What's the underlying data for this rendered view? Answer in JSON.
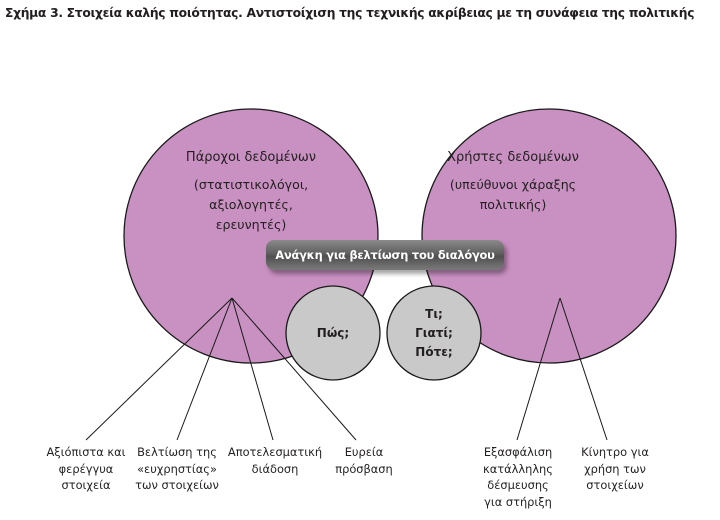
{
  "title": "Σχήμα 3. Στοιχεία καλής ποιότητας. Αντιστοίχιση της τεχνικής ακρίβειας με τη συνάφεια της πολιτικής",
  "left_circle": {
    "heading": "Πάροχοι δεδομένων",
    "sub": [
      "(στατιστικολόγοι,",
      "αξιολογητές,",
      "ερευνητές)"
    ]
  },
  "right_circle": {
    "heading": "Χρήστες δεδομένων",
    "sub": [
      "(υπεύθυνοι χάραξης",
      "πολιτικής)"
    ]
  },
  "banner": "Ανάγκη για βελτίωση του διαλόγου",
  "bubble_how": "Πώς;",
  "bubble_what": [
    "Τι;",
    "Γιατί;",
    "Πότε;"
  ],
  "provider_labels": [
    [
      "Αξιόπιστα και",
      "φερέγγυα",
      "στοιχεία"
    ],
    [
      "Βελτίωση της",
      "«ευχρηστίας»",
      "των στοιχείων"
    ],
    [
      "Αποτελεσματική",
      "διάδοση"
    ],
    [
      "Ευρεία",
      "πρόσβαση"
    ]
  ],
  "user_labels": [
    [
      "Εξασφάλιση",
      "κατάλληλης",
      "δέσμευσης",
      "για στήριξη"
    ],
    [
      "Κίνητρο για",
      "χρήση των",
      "στοιχείων"
    ]
  ],
  "colors": {
    "circle_fill": "#c990c2",
    "circle_stroke": "#1a1a1a",
    "bubble_fill": "#c9c9c9",
    "banner": "#606060",
    "lines": "#1a1a1a"
  }
}
